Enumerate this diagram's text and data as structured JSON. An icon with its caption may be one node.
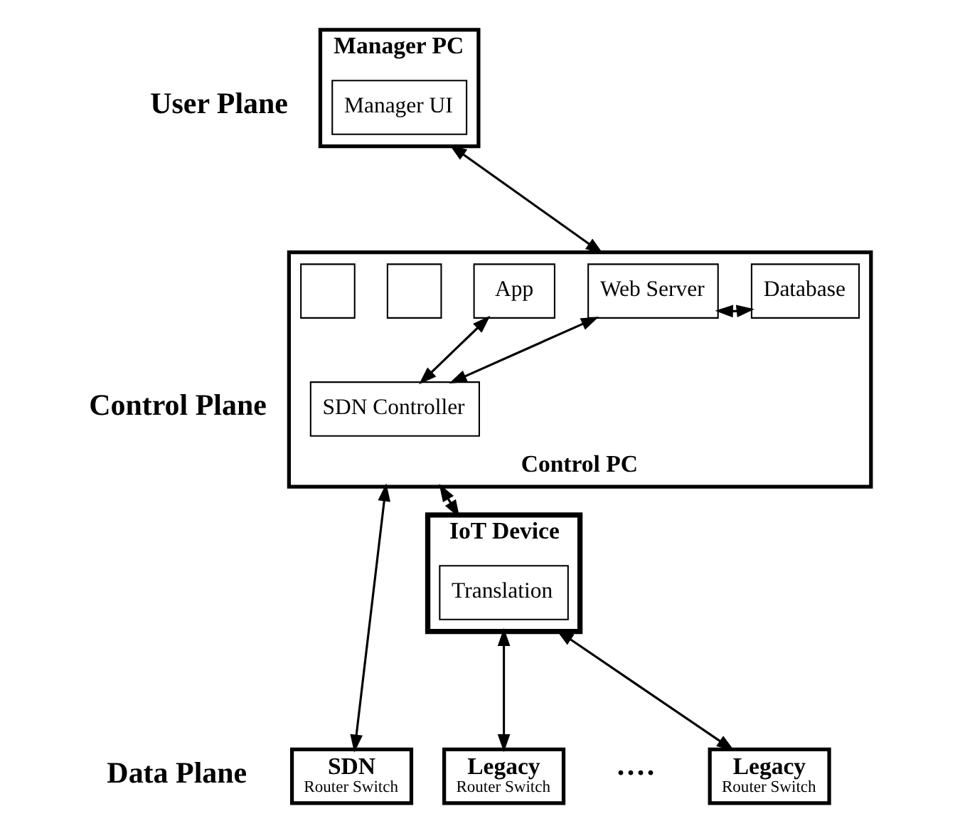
{
  "diagram": {
    "nodes": [
      {
        "text": [
          "Manager PC"
        ]
      },
      {
        "text": [
          "Manager UI"
        ],
        "in": 0
      },
      {
        "text": [
          "Control PC"
        ]
      },
      {
        "text": [],
        "shape": "box",
        "in": 2
      },
      {
        "text": [],
        "shape": "box",
        "in": 2
      },
      {
        "text": [
          "App"
        ],
        "in": 2
      },
      {
        "text": [
          "Web Server"
        ],
        "in": 2
      },
      {
        "text": [
          "Database"
        ],
        "in": 2
      },
      {
        "text": [
          "SDN Controller"
        ],
        "in": 2
      },
      {
        "text": [
          "IoT Device"
        ]
      },
      {
        "text": [
          "Translation"
        ],
        "in": 9
      },
      {
        "text": [
          "SDN",
          "Router Switch"
        ]
      },
      {
        "text": [
          "Legacy",
          "Router Switch"
        ]
      },
      {
        "text": [
          "Legacy",
          "Router Switch"
        ]
      }
    ],
    "edges": [
      {
        "from": 0,
        "to": 2,
        "arrow": "both"
      },
      {
        "from": 6,
        "to": 7,
        "arrow": "both"
      },
      {
        "from": 6,
        "to": 8,
        "arrow": "both"
      },
      {
        "from": 5,
        "to": 8,
        "arrow": "both"
      },
      {
        "from": 2,
        "to": 11,
        "arrow": "both"
      },
      {
        "from": 2,
        "to": 9,
        "arrow": "both"
      },
      {
        "from": 9,
        "to": 12,
        "arrow": "both"
      },
      {
        "from": 9,
        "to": 13,
        "arrow": "both"
      }
    ],
    "labels": [
      "User Plane",
      "Control Plane",
      "····",
      "Data Plane"
    ]
  }
}
